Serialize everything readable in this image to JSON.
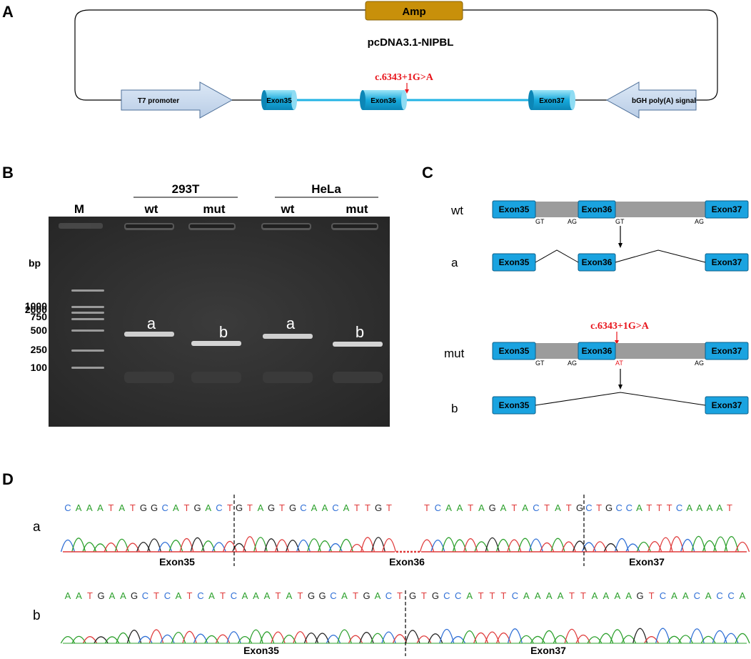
{
  "panels": {
    "a": "A",
    "b": "B",
    "c": "C",
    "d": "D"
  },
  "plasmid": {
    "amp_label": "Amp",
    "name": "pcDNA3.1-NIPBL",
    "mutation": "c.6343+1G>A",
    "t7": "T7 promoter",
    "bgh": "bGH poly(A) signal",
    "exons": [
      "Exon35",
      "Exon36",
      "Exon37"
    ]
  },
  "gel": {
    "cell_lines": [
      "293T",
      "HeLa"
    ],
    "lanes": [
      "M",
      "wt",
      "mut",
      "wt",
      "mut"
    ],
    "bp_label": "bp",
    "ladder": [
      "2000",
      "1000",
      "750",
      "500",
      "250",
      "100"
    ],
    "band_labels": [
      "a",
      "b",
      "a",
      "b"
    ]
  },
  "splicing": {
    "wt_label": "wt",
    "mut_label": "mut",
    "a_label": "a",
    "b_label": "b",
    "mutation": "c.6343+1G>A",
    "exons": [
      "Exon35",
      "Exon36",
      "Exon37"
    ],
    "gt": "GT",
    "ag": "AG",
    "at": "AT"
  },
  "sequencing": {
    "row_a": {
      "label": "a",
      "seq1": "CAAATATGGCATGACT",
      "seq2": "GTAGTGCAACATTGT",
      "seq3": "TCAATAGATACTATG",
      "seq4": "CTGCCATTTCAAAAT",
      "exons": [
        "Exon35",
        "Exon36",
        "Exon37"
      ]
    },
    "row_b": {
      "label": "b",
      "seq1": "AATGAAGCTCATCATCAAATATGGCATGACT",
      "seq2": "GTGCCATTTCAAAATTAAAAGTCAACACCA",
      "exons": [
        "Exon35",
        "Exon37"
      ]
    },
    "base_colors": {
      "A": "#2ca02c",
      "C": "#2f6fd6",
      "G": "#222222",
      "T": "#e03c3c"
    }
  }
}
